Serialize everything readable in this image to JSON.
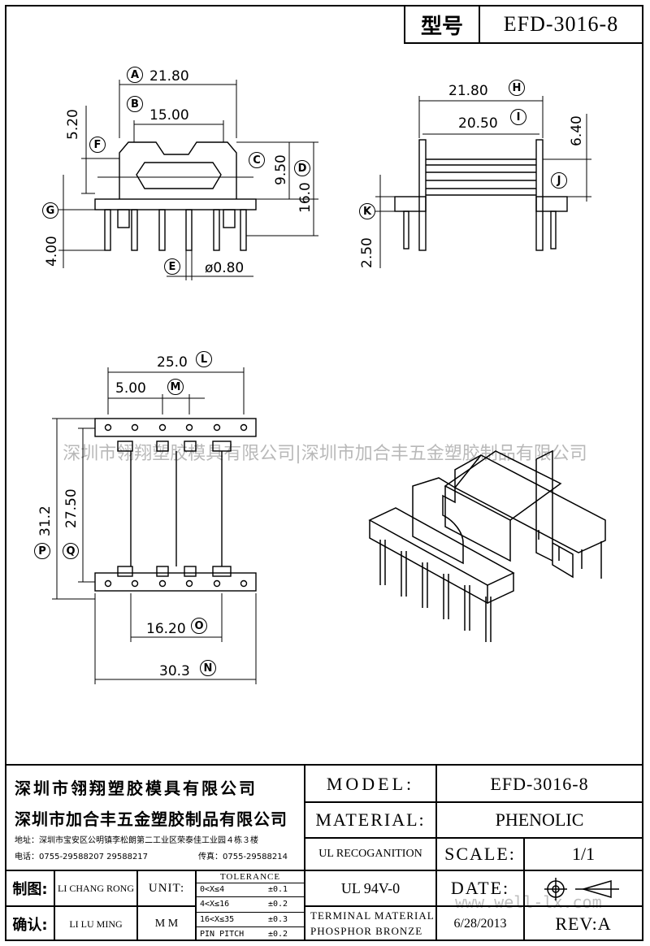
{
  "header": {
    "type_label": "型号",
    "model": "EFD-3016-8"
  },
  "dimensions": {
    "A": {
      "letter": "A",
      "value": "21.80"
    },
    "B": {
      "letter": "B",
      "value": "15.00"
    },
    "C": {
      "letter": "C",
      "value": "9.50"
    },
    "D": {
      "letter": "D",
      "value": "16.0"
    },
    "E": {
      "letter": "E",
      "value": "ø0.80"
    },
    "F": {
      "letter": "F",
      "value": "5.20"
    },
    "G": {
      "letter": "G",
      "value": "4.00"
    },
    "H": {
      "letter": "H",
      "value": "21.80"
    },
    "I": {
      "letter": "I",
      "value": "20.50"
    },
    "J": {
      "letter": "J",
      "value": "6.40"
    },
    "K": {
      "letter": "K",
      "value": "2.50"
    },
    "L": {
      "letter": "L",
      "value": "25.0"
    },
    "M": {
      "letter": "M",
      "value": "5.00"
    },
    "N": {
      "letter": "N",
      "value": "30.3"
    },
    "O": {
      "letter": "O",
      "value": "16.20"
    },
    "P": {
      "letter": "P",
      "value": "31.2"
    },
    "Q": {
      "letter": "Q",
      "value": "27.50"
    }
  },
  "watermark": {
    "text": "深圳市翎翔塑胶模具有限公司|深圳市加合丰五金塑胶制品有限公司",
    "site": "www.well-lx.com"
  },
  "title_block": {
    "company1": "深圳市翎翔塑胶模具有限公司",
    "company2": "深圳市加合丰五金塑胶制品有限公司",
    "address": "地址：深圳市宝安区公明镇李松朗第二工业区荣泰佳工业园４栋３楼",
    "phone": "电话：0755-29588207  29588217",
    "fax": "传真：0755-29588214",
    "model_label": "MODEL:",
    "model_value": "EFD-3016-8",
    "material_label": "MATERIAL:",
    "material_value": "PHENOLIC",
    "ul_label": "UL RECOGANITION",
    "scale_label": "SCALE:",
    "scale_value": "1/1",
    "ul_value": "UL 94V-0",
    "date_label": "DATE:",
    "terminal_line1": "TERMINAL MATERIAL",
    "terminal_line2": "PHOSPHOR  BRONZE",
    "date_value": "6/28/2013",
    "rev_label": "REV:A",
    "drawn_label": "制图:",
    "drawn_by": "LI CHANG RONG",
    "checked_label": "确认:",
    "checked_by": "LI LU MING",
    "unit_label": "UNIT:",
    "unit_value": "M M",
    "tolerance_title": "TOLERANCE",
    "tolerance_rows": [
      {
        "range": "0<X≤4",
        "value": "±0.1"
      },
      {
        "range": "4<X≤16",
        "value": "±0.2"
      },
      {
        "range": "16<X≤35",
        "value": "±0.3"
      },
      {
        "range": "PIN PITCH",
        "value": "±0.2"
      }
    ]
  }
}
